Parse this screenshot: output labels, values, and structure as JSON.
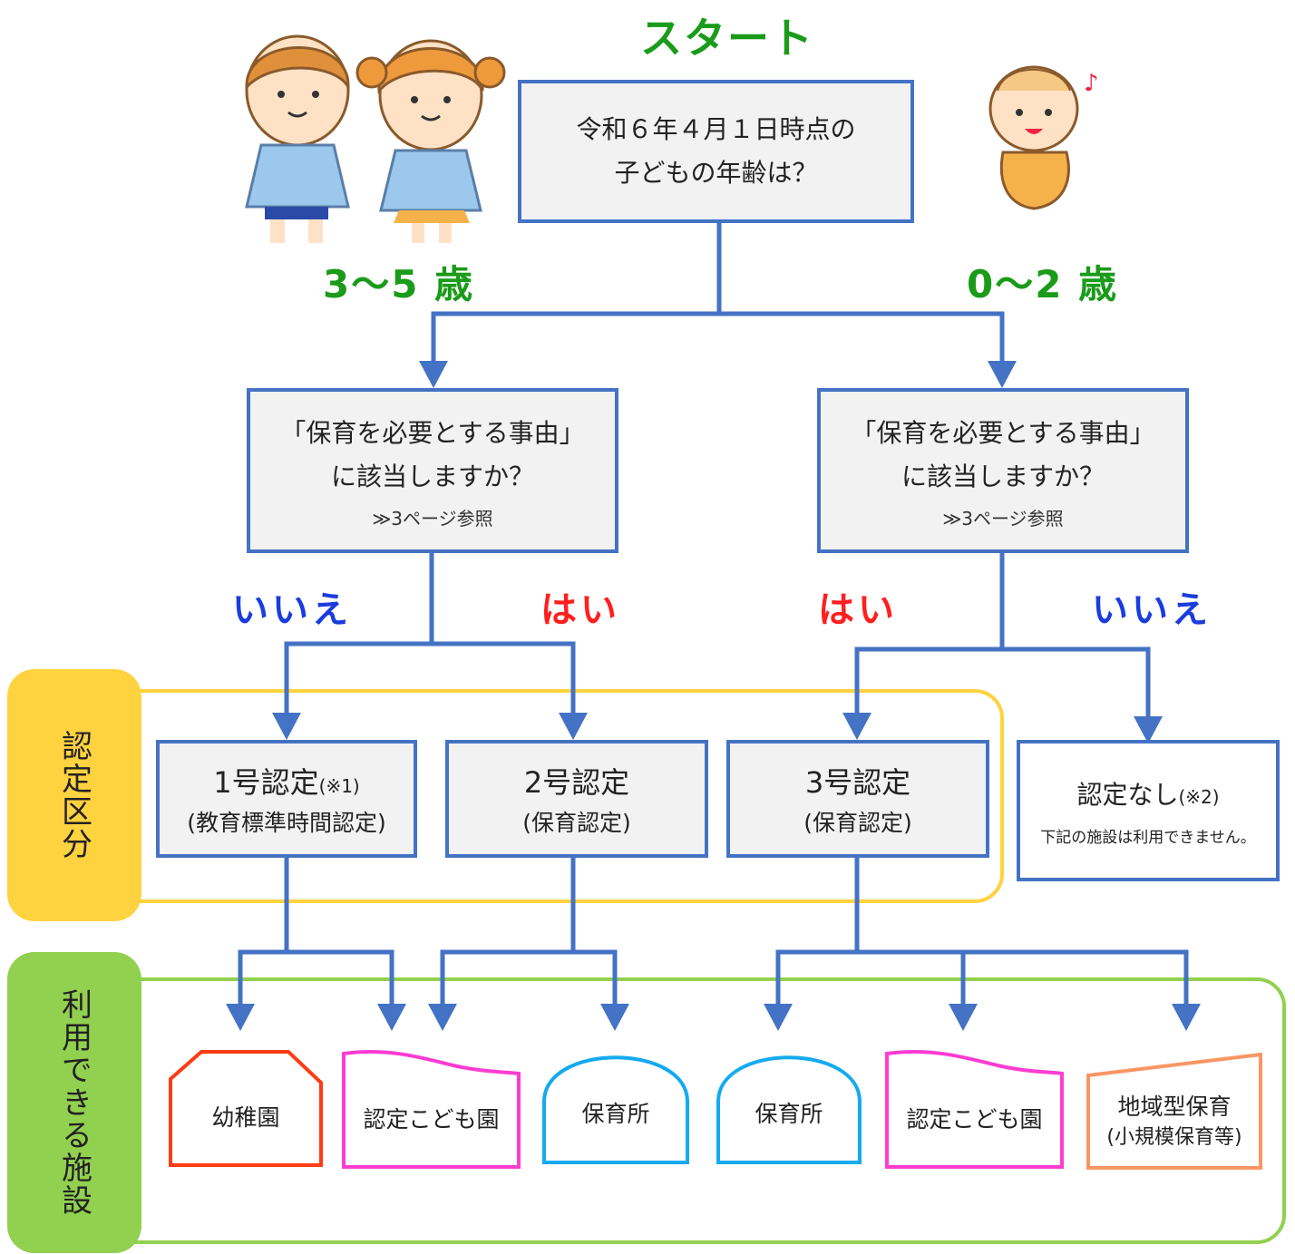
{
  "start": "スタート",
  "age_left": "3～5 歳",
  "age_right": "0～2 歳",
  "start_question": {
    "line1": "令和６年４月１日時点の",
    "line2": "子どもの年齢は？"
  },
  "need_question": {
    "line1": "「保育を必要とする事由」",
    "line2": "に該当しますか？",
    "ref": "≫3ページ参照"
  },
  "answers": {
    "yes": "はい",
    "no": "いいえ"
  },
  "certification": {
    "label": "認定区分",
    "c1": {
      "title": "1号認定",
      "note": "(※1)",
      "sub": "(教育標準時間認定)"
    },
    "c2": {
      "title": "2号認定",
      "sub": "(保育認定)"
    },
    "c3": {
      "title": "3号認定",
      "sub": "(保育認定)"
    },
    "none": {
      "title": "認定なし",
      "note": "(※2)",
      "sub": "下記の施設は利用できません。"
    }
  },
  "facilities": {
    "label": "利用できる施設",
    "kindergarten": "幼稚園",
    "kodomoen": "認定こども園",
    "hoikusho": "保育所",
    "chiiki_line1": "地域型保育",
    "chiiki_line2": "(小規模保育等)"
  },
  "colors": {
    "flow": "#4472c4",
    "green": "#1a9b1a",
    "yes": "#ff1f1f",
    "no": "#1a3cdf",
    "cert_band": "#ffd23f",
    "facility_band": "#92d050",
    "kindergarten": "#ff3c14",
    "kodomoen": "#ff3cd2",
    "hoikusho": "#14aaf0",
    "chiiki": "#fa9664"
  }
}
